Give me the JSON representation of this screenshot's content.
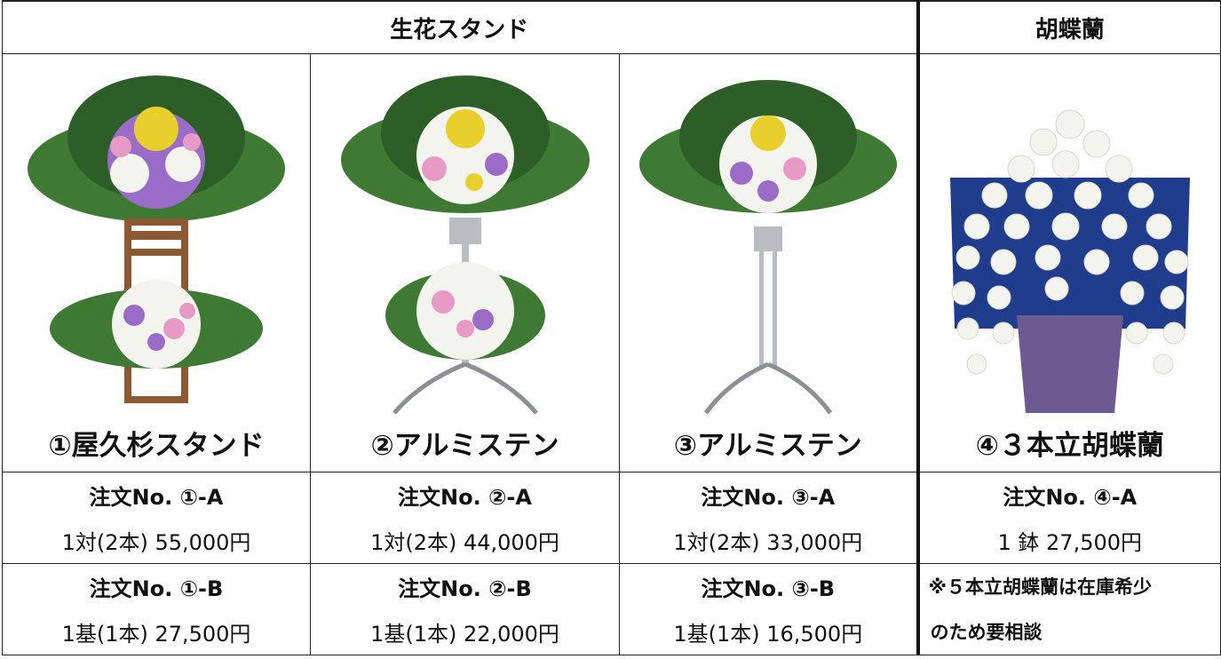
{
  "headers": {
    "stand": "生花スタンド",
    "orchid": "胡蝶蘭"
  },
  "products": [
    {
      "name": "①屋久杉スタンド",
      "order_a": "注文No. ①-A",
      "price_a": "1対(2本) 55,000円",
      "order_b": "注文No. ①-B",
      "price_b": "1基(1本) 27,500円"
    },
    {
      "name": "②アルミステン",
      "order_a": "注文No. ②-A",
      "price_a": "1対(2本) 44,000円",
      "order_b": "注文No. ②-B",
      "price_b": "1基(1本) 22,000円"
    },
    {
      "name": "③アルミステン",
      "order_a": "注文No. ③-A",
      "price_a": "1対(2本) 33,000円",
      "order_b": "注文No. ③-B",
      "price_b": "1基(1本) 16,500円"
    },
    {
      "name": "④３本立胡蝶蘭",
      "order_a": "注文No. ④-A",
      "price_a": "1 鉢 27,500円",
      "note_line1": "※５本立胡蝶蘭は在庫希少",
      "note_line2": "のため要相談"
    }
  ],
  "colors": {
    "leaf": "#3f7a35",
    "leaf_dark": "#2e5e28",
    "wood": "#8a5a32",
    "metal": "#b9bcc0",
    "pink": "#e79ac6",
    "purple": "#9a6cc8",
    "yellow": "#e8cf2c",
    "white_flower": "#f4f4ee",
    "wrap_blue": "#1f3d8c",
    "pot_purple": "#6d5a92"
  }
}
